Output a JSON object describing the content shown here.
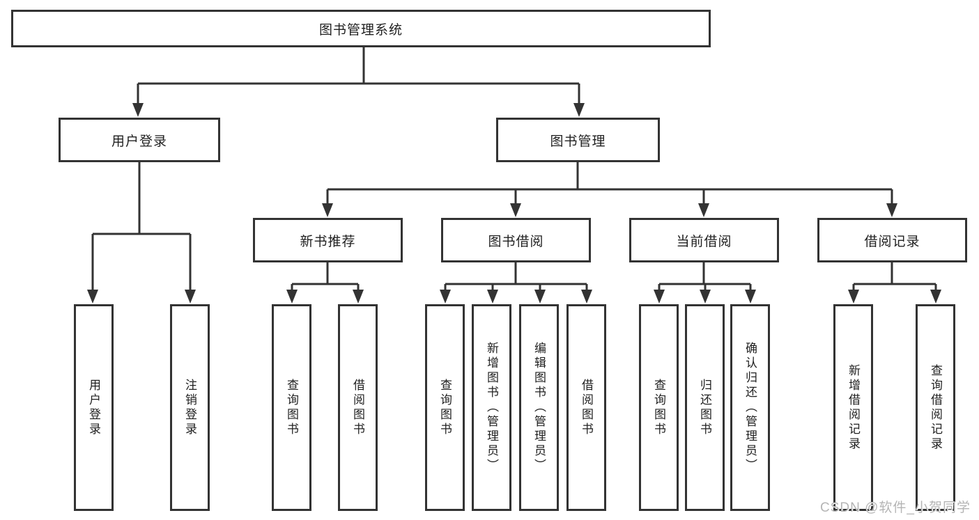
{
  "diagram": {
    "title": "图书管理系统",
    "root": "图书管理系统",
    "level2": {
      "user_login": "用户登录",
      "book_management": "图书管理"
    },
    "level3": {
      "new_book_recommend": "新书推荐",
      "book_borrow": "图书借阅",
      "current_borrow": "当前借阅",
      "borrow_records": "借阅记录"
    },
    "leaves": [
      "用户登录",
      "注销登录",
      "查询图书",
      "借阅图书",
      "查询图书",
      "新增图书（管理员）",
      "编辑图书（管理员）",
      "借阅图书",
      "查询图书",
      "归还图书",
      "确认归还（管理员）",
      "新增借阅记录",
      "查询借阅记录"
    ],
    "watermark": "CSDN @软件_小贺同学",
    "colors": {
      "line": "#333333",
      "text": "#1f1f1f",
      "background": "#ffffff",
      "watermark": "#b5b5b5"
    }
  }
}
